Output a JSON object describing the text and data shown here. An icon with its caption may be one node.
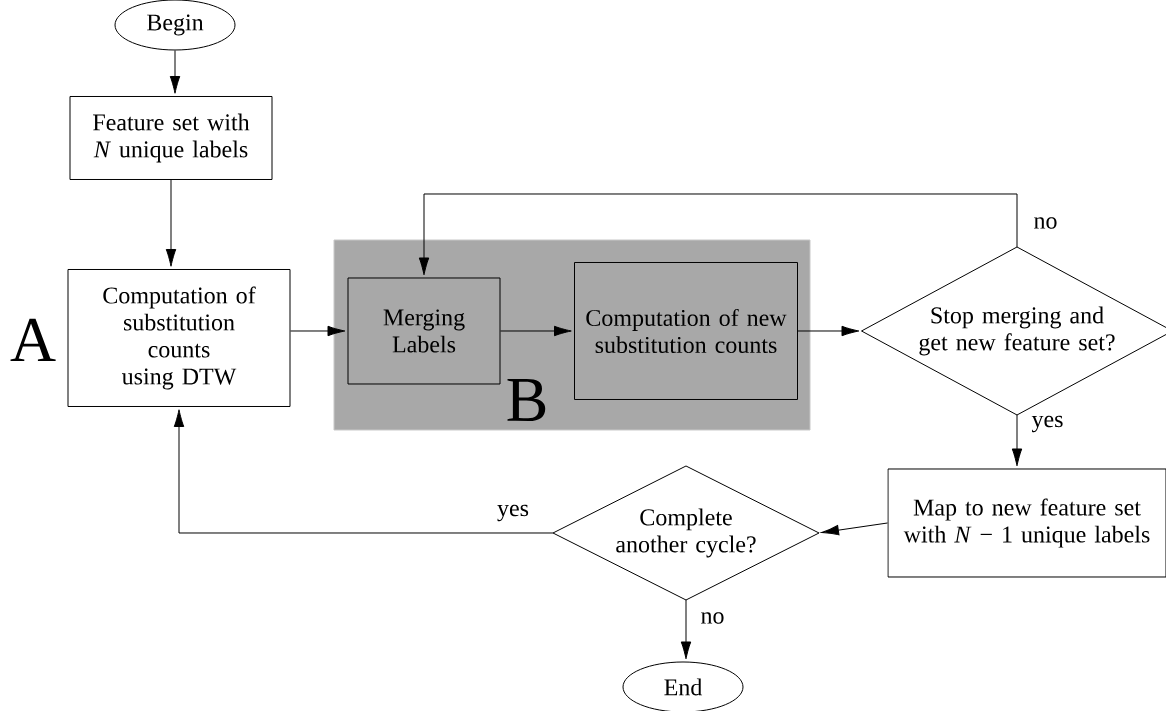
{
  "diagram": {
    "nodes": [
      {
        "text": [
          "Begin"
        ]
      },
      {
        "text": [
          "Feature set with *N* unique labels"
        ]
      },
      {
        "text": [
          "Computation of substitution counts using DTW"
        ]
      },
      {
        "text": [
          "B"
        ]
      },
      {
        "text": [
          "Merging Labels"
        ],
        "in": 3
      },
      {
        "text": [
          "Computation of new substitution counts"
        ],
        "in": 3
      },
      {
        "text": [
          "Stop merging and get new feature set?"
        ]
      },
      {
        "text": [
          "Map to new feature set with *N* − 1 unique labels"
        ]
      },
      {
        "text": [
          "Complete another cycle?"
        ]
      },
      {
        "text": [
          "End"
        ]
      }
    ],
    "edges": [
      {
        "from": 0,
        "to": 1,
        "arrow": "to"
      },
      {
        "from": 1,
        "to": 2,
        "arrow": "to"
      },
      {
        "from": 2,
        "to": 4,
        "arrow": "to"
      },
      {
        "from": 4,
        "to": 5,
        "arrow": "to"
      },
      {
        "from": 5,
        "to": 6,
        "arrow": "to"
      },
      {
        "from": 6,
        "to": 4,
        "arrow": "to",
        "label": "no"
      },
      {
        "from": 6,
        "to": 7,
        "arrow": "to",
        "label": "yes"
      },
      {
        "from": 7,
        "to": 8,
        "arrow": "to"
      },
      {
        "from": 8,
        "to": 2,
        "arrow": "to",
        "label": "yes"
      },
      {
        "from": 8,
        "to": 9,
        "arrow": "to",
        "label": "no"
      }
    ],
    "labels": [
      "A"
    ]
  }
}
